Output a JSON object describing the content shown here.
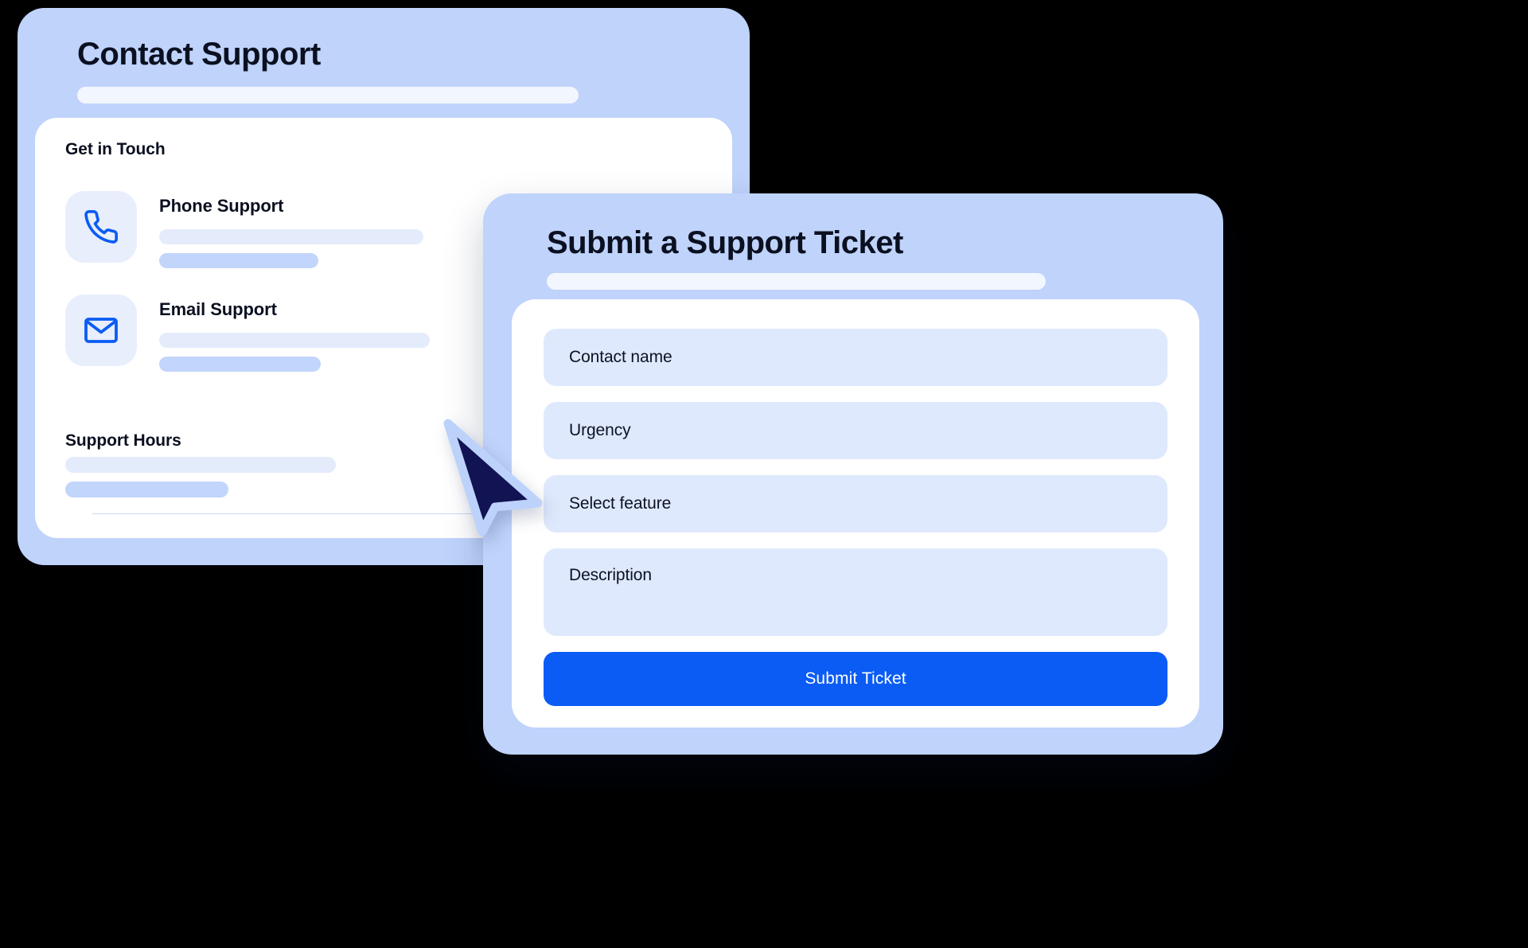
{
  "contact_card": {
    "title": "Contact Support",
    "section_label": "Get in Touch",
    "rows": [
      {
        "icon": "phone-icon",
        "title": "Phone Support"
      },
      {
        "icon": "envelope-icon",
        "title": "Email Support"
      }
    ],
    "hours_label": "Support Hours"
  },
  "ticket_card": {
    "title": "Submit a Support Ticket",
    "fields": [
      {
        "label": "Contact name"
      },
      {
        "label": "Urgency"
      },
      {
        "label": "Select feature"
      },
      {
        "label": "Description"
      }
    ],
    "submit_label": "Submit Ticket"
  },
  "cursor": {
    "icon": "mouse-pointer-icon"
  },
  "colors": {
    "card_background": "#bfd3fb",
    "body_background": "#ffffff",
    "field_background": "#dfe9fd",
    "accent_blue": "#0b5cf5",
    "icon_tile": "#e8eefc",
    "bar_pale": "#e4ecfc",
    "bar_strong": "#c2d5fb",
    "cursor_fill": "#121352",
    "cursor_stroke": "#bcd2fb",
    "page_background": "#000000"
  }
}
